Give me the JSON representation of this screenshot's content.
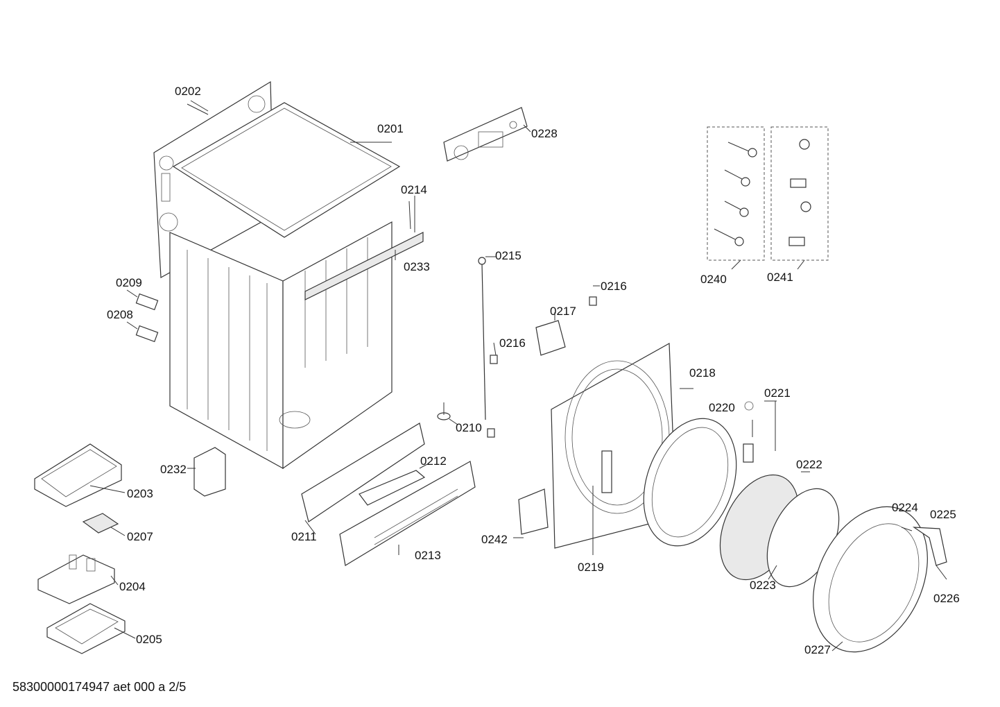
{
  "diagram": {
    "labels": {
      "p0201": "0201",
      "p0202": "0202",
      "p0203": "0203",
      "p0204": "0204",
      "p0205": "0205",
      "p0207": "0207",
      "p0208": "0208",
      "p0209": "0209",
      "p0210": "0210",
      "p0211": "0211",
      "p0212": "0212",
      "p0213": "0213",
      "p0214": "0214",
      "p0215": "0215",
      "p0216a": "0216",
      "p0216b": "0216",
      "p0217": "0217",
      "p0218": "0218",
      "p0219": "0219",
      "p0220": "0220",
      "p0221": "0221",
      "p0222": "0222",
      "p0223": "0223",
      "p0224": "0224",
      "p0225": "0225",
      "p0226": "0226",
      "p0227": "0227",
      "p0228": "0228",
      "p0232": "0232",
      "p0233": "0233",
      "p0240": "0240",
      "p0241": "0241",
      "p0242": "0242"
    },
    "footer": "58300000174947 aet 000 a 2/5"
  }
}
